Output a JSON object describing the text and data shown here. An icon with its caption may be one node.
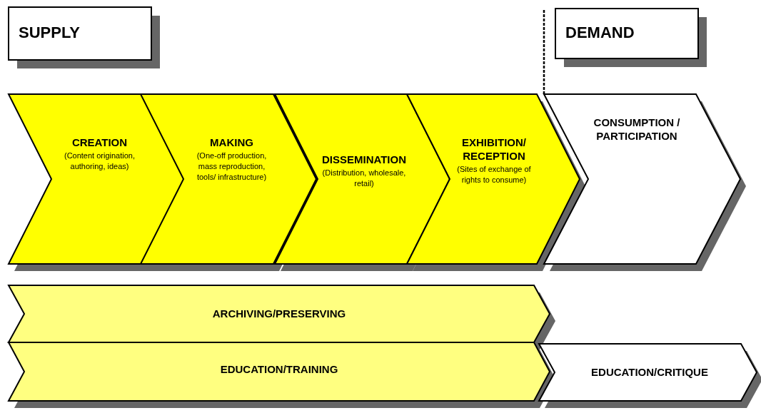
{
  "diagram": {
    "nodes": [
      {
        "text": [
          "SUPPLY"
        ]
      },
      {
        "text": [
          "DEMAND"
        ]
      },
      {
        "text": [
          "CREATION",
          "(Content origination, authoring, ideas)"
        ]
      },
      {
        "text": [
          "MAKING",
          "(One-off production, mass reproduction, tools/ infrastructure)"
        ]
      },
      {
        "text": [
          "DISSEMINATION",
          "(Distribution, wholesale, retail)"
        ]
      },
      {
        "text": [
          "EXHIBITION/ RECEPTION",
          "(Sites of exchange of rights to consume)"
        ]
      },
      {
        "text": [
          "CONSUMPTION / PARTICIPATION"
        ]
      },
      {
        "text": [
          "ARCHIVING/PRESERVING"
        ]
      },
      {
        "text": [
          "EDUCATION/TRAINING"
        ]
      },
      {
        "text": [
          "EDUCATION/CRITIQUE"
        ]
      }
    ]
  }
}
